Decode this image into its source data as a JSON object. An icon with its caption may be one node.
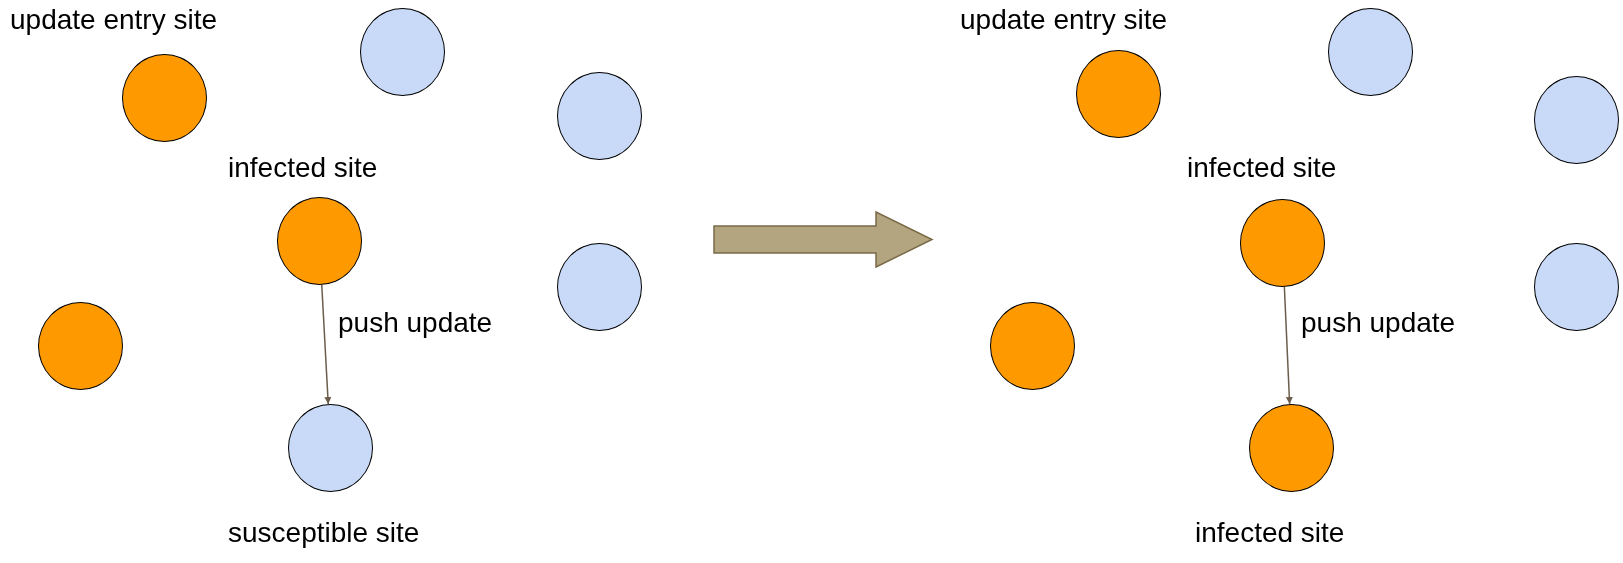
{
  "diagram": {
    "nodes": [
      {
        "text": [],
        "shape": "circle",
        "beside": [
          "update entry site"
        ]
      },
      {
        "text": [],
        "shape": "circle"
      },
      {
        "text": [],
        "shape": "circle"
      },
      {
        "text": [],
        "shape": "circle",
        "beside": [
          "infected site"
        ]
      },
      {
        "text": [],
        "shape": "circle"
      },
      {
        "text": [],
        "shape": "circle"
      },
      {
        "text": [],
        "shape": "circle",
        "beside": [
          "susceptible site"
        ]
      },
      {
        "text": [],
        "shape": "circle",
        "beside": [
          "update entry site"
        ]
      },
      {
        "text": [],
        "shape": "circle"
      },
      {
        "text": [],
        "shape": "circle"
      },
      {
        "text": [],
        "shape": "circle",
        "beside": [
          "infected site"
        ]
      },
      {
        "text": [],
        "shape": "circle"
      },
      {
        "text": [],
        "shape": "circle"
      },
      {
        "text": [],
        "shape": "circle",
        "beside": [
          "infected site"
        ]
      }
    ],
    "edges": [
      {
        "from": 3,
        "to": 6,
        "arrow": "to",
        "label": "push update"
      },
      {
        "from": 10,
        "to": 13,
        "arrow": "to",
        "label": "push update"
      }
    ]
  }
}
